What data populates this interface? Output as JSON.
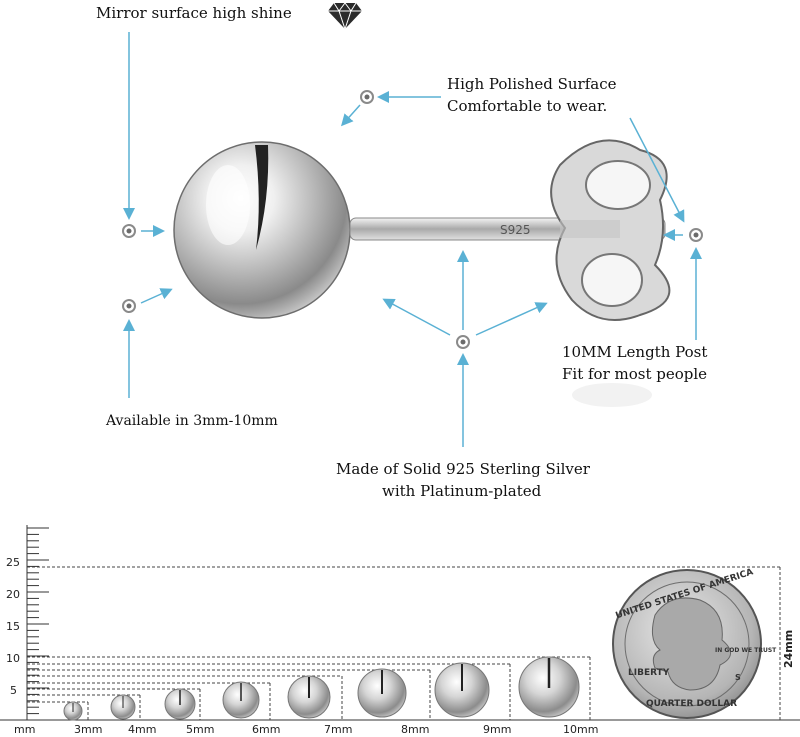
{
  "features": {
    "mirror": "Mirror surface high shine",
    "polished_line1": "High Polished Surface",
    "polished_line2": "Comfortable to wear.",
    "post_line1": "10MM Length Post",
    "post_line2": "Fit for most people",
    "available": "Available in 3mm-10mm",
    "material_line1": "Made of Solid 925 Sterling Silver",
    "material_line2": "with Platinum-plated"
  },
  "stamp": "S925",
  "icons": [
    "diamond-icon"
  ],
  "colors": {
    "arrow": "#5ab1d4",
    "dot_ring": "#8a8a8a",
    "guide": "#444444"
  },
  "scale": {
    "unit_label": "mm",
    "tick_labels": [
      "5",
      "10",
      "15",
      "20",
      "25"
    ],
    "size_labels": [
      "3mm",
      "4mm",
      "5mm",
      "6mm",
      "7mm",
      "8mm",
      "9mm",
      "10mm"
    ],
    "coin_label": "24mm"
  },
  "coin": {
    "top_text": "UNITED STATES OF AMERICA",
    "bottom_text": "QUARTER DOLLAR",
    "liberty": "LIBERTY",
    "motto": "IN GOD WE TRUST",
    "mint": "S"
  }
}
